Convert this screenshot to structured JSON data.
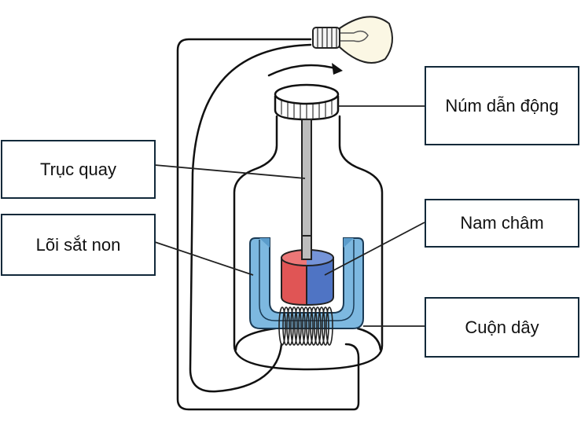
{
  "labels": {
    "shaft": "Trục quay",
    "iron_core": "Lõi sắt non",
    "drive_knob": "Núm dẫn động",
    "magnet": "Nam châm",
    "coil": "Cuộn dây"
  },
  "colors": {
    "box_border": "#12293a",
    "iron_core": "#7db8e0",
    "magnet_north": "#e05555",
    "magnet_south": "#4f74c4",
    "shaft": "#bdbdbd",
    "bulb_glass": "#fbf7e4"
  }
}
